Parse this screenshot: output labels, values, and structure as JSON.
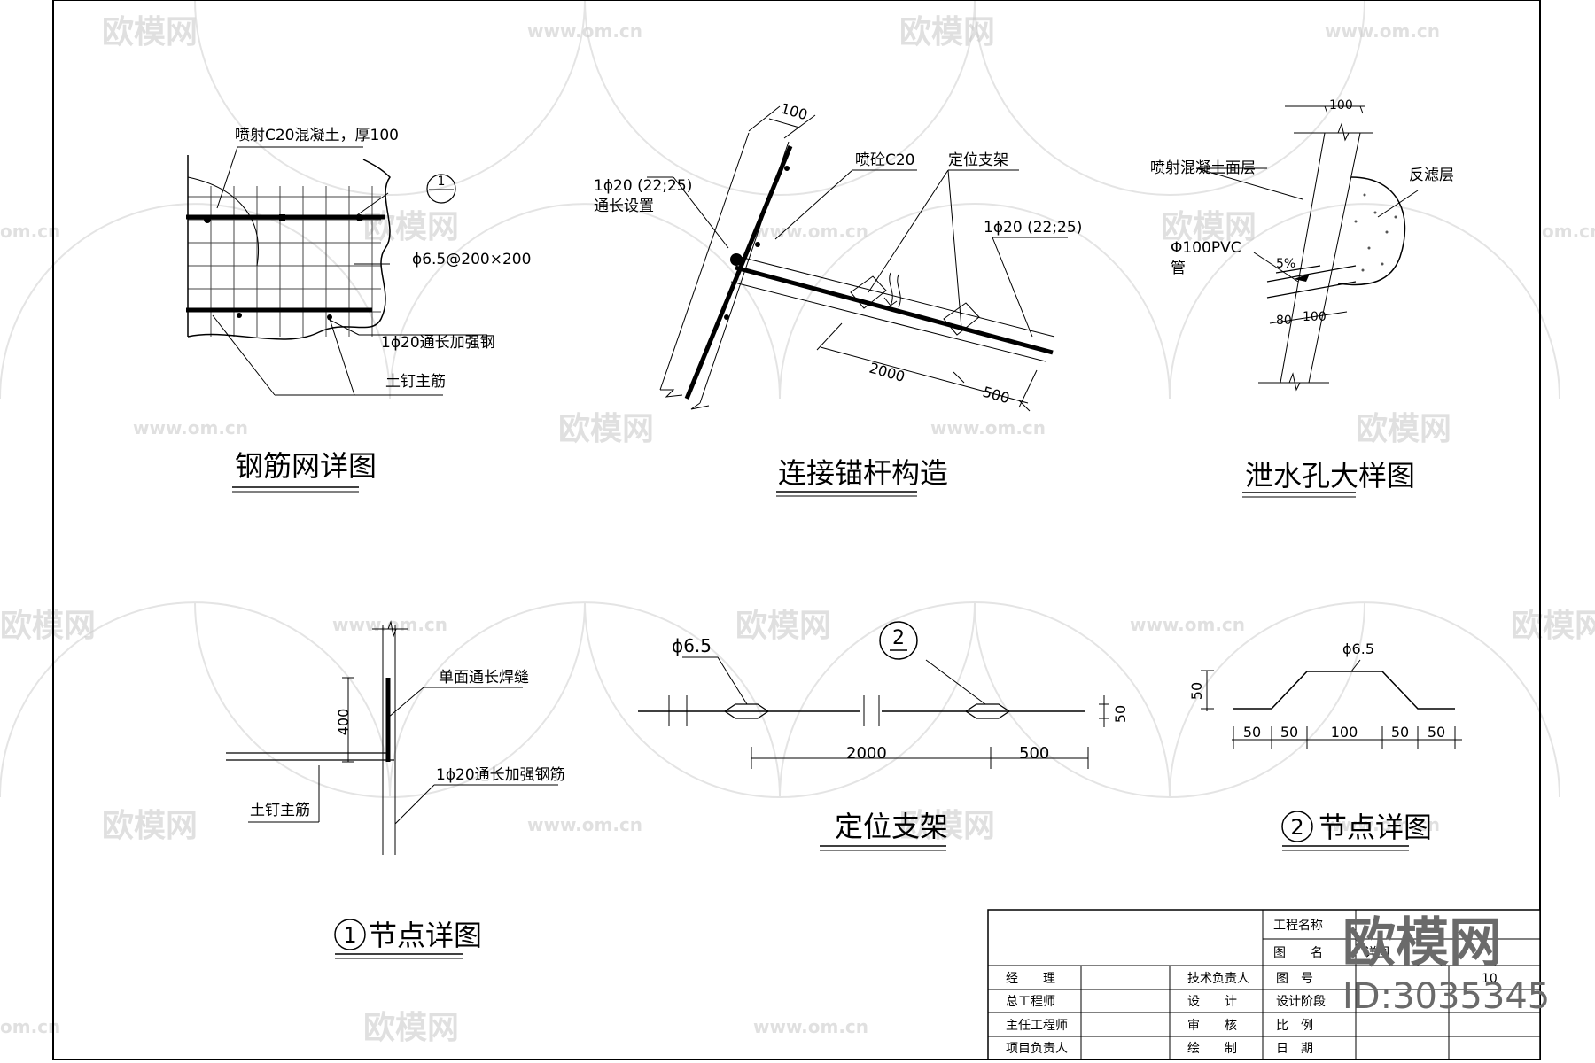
{
  "watermark": {
    "brand": "欧模网",
    "url": "www.om.cn",
    "edge_url": "om.cn",
    "id_label": "ID:3035345"
  },
  "details": {
    "mesh": {
      "title": "钢筋网详图",
      "shotcrete_label": "喷射C20混凝土，厚100",
      "mesh_label": "ϕ6.5@200×200",
      "bar_label": "1ϕ20通长加强钢",
      "nail_label": "土钉主筋",
      "ref_num": "1"
    },
    "anchor": {
      "title": "连接锚杆构造",
      "bar1_label": "1ϕ20 (22;25)",
      "bar1_sub": "通长设置",
      "shotcrete_label": "喷砼C20",
      "bracket_label": "定位支架",
      "bar2_label": "1ϕ20 (22;25)",
      "dim_100": "100",
      "dim_2000": "2000",
      "dim_500": "500"
    },
    "drain": {
      "title": "泄水孔大样图",
      "face_label": "喷射混凝土面层",
      "filter_label": "反滤层",
      "pipe_label": "Φ100PVC",
      "pipe_sub": "管",
      "slope": "5%",
      "dim_top": "100",
      "dim_a": "80",
      "dim_b": "100"
    },
    "node1": {
      "title_num": "1",
      "title": "节点详图",
      "weld_label": "单面通长焊缝",
      "dim_400": "400",
      "bar_label": "1ϕ20通长加强钢筋",
      "nail_label": "土钉主筋"
    },
    "bracket": {
      "title": "定位支架",
      "dia_label": "ϕ6.5",
      "ref_num": "2",
      "dim_2000": "2000",
      "dim_500": "500",
      "dim_50": "50"
    },
    "node2": {
      "title_num": "2",
      "title": "节点详图",
      "dia_label": "ϕ6.5",
      "dim_h": "50",
      "dims": [
        "50",
        "50",
        "100",
        "50",
        "50"
      ]
    }
  },
  "title_block": {
    "project_name": "工程名称",
    "drawing_name": "图　　名",
    "drawing_value": "详图",
    "drawing_no": "图　号",
    "drawing_no_value": "10",
    "design_stage": "设计阶段",
    "scale": "比　例",
    "date": "日　期",
    "rows": [
      {
        "left": "经　　理",
        "mid": "技术负责人"
      },
      {
        "left": "总工程师",
        "mid": "设　　计"
      },
      {
        "left": "主任工程师",
        "mid": "审　　核"
      },
      {
        "left": "项目负责人",
        "mid": "绘　　制"
      }
    ]
  }
}
